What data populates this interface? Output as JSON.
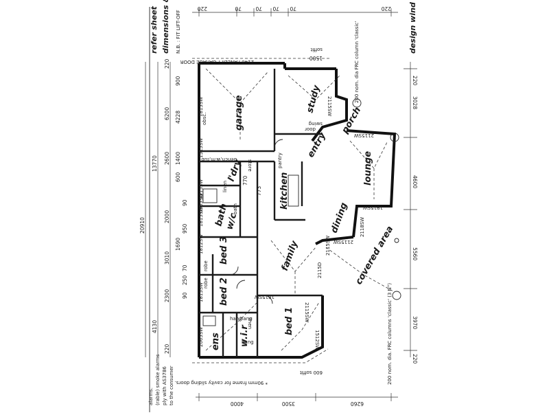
{
  "rooms": {
    "garage": "garage",
    "study": "study",
    "porch": "porch",
    "entry": "entry",
    "lounge": "lounge",
    "kitchen": "kitchen",
    "dining": "dining",
    "family": "family",
    "covered_area": "covered area",
    "laundry": "l'dry",
    "bath": "bath",
    "wc": "w/c",
    "bed3": "bed 3",
    "bed2": "bed 2",
    "bed1": "bed 1",
    "ens": "ens",
    "wir": "w.i.r",
    "robe_a": "robe",
    "robe_b": "robe",
    "linen_a": "linen",
    "linen_b": "linen",
    "store": "store",
    "pantry": "pantry",
    "bench_wm_tub": "bench,w.m,tub",
    "hang_a": "hang",
    "hang_b": "hang",
    "hang_c": "hang",
    "bath_label": "bath"
  },
  "notes": {
    "refer_sheet": "refer sheet",
    "dimensions": "dimensions &",
    "design_win": "design wind",
    "fit_lift": "N.B. : FIT LIFT-OFF",
    "garage_door": "2148 PANELIFT GARAGE DOOR",
    "frc_column_top": "200 nom. dia FRC column 'classic'",
    "frc_columns_bottom": "200 nom. dia. FRC columns 'classic' (3 N°)",
    "cavity_frame": "* 90mm frame for cavity sliding doors.",
    "alarms_1": "alarms.",
    "alarms_2": "(rable) smoke alarms",
    "alarms_3": "ply with AS3786",
    "alarms_4": "to the consumer",
    "soffit": "soffit",
    "soffit_600": "600 soffit",
    "obsc": "obsc.",
    "swing": "swing",
    "door": "door"
  },
  "dimensions": {
    "top": [
      "220",
      "70",
      "70",
      "70",
      "70",
      "220"
    ],
    "left_col": [
      "220",
      "900",
      "6200",
      "2600",
      "600",
      "1400",
      "2000",
      "3010",
      "1690",
      "2300",
      "4130",
      "220"
    ],
    "left_overall": [
      "13770",
      "20910"
    ],
    "right_col": [
      "220",
      "3028",
      "4600",
      "5560",
      "3970",
      "220"
    ],
    "bottom": [
      "4000",
      "3500",
      "6260"
    ],
    "windows": [
      "2115SW",
      "2115SW",
      "1515SW",
      "1915SW",
      "2118SW",
      "2115SW",
      "2115D",
      "1815SW",
      "2115SW",
      "1815SW",
      "1812SW",
      "1215SW",
      "2065SW",
      "1512SW",
      "1815SW",
      "0965SW",
      "1815SW",
      "2115SW"
    ],
    "misc": [
      "4228",
      "1500",
      "770",
      "773",
      "90",
      "70",
      "90",
      "250",
      "950"
    ]
  }
}
